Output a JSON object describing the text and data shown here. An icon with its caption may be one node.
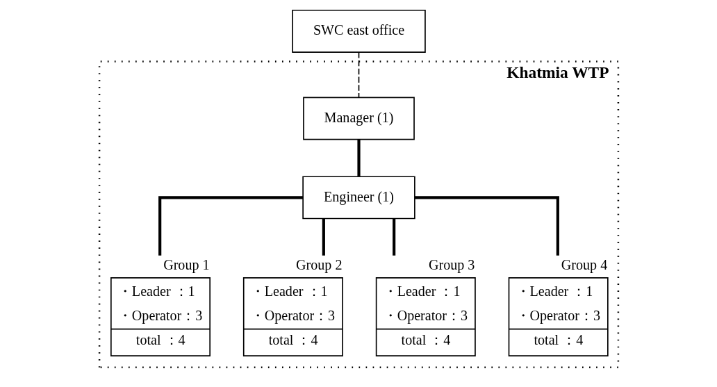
{
  "diagram": {
    "nodes": [
      {
        "text": [
          "SWC east office"
        ]
      },
      {
        "text": [
          "Khatmia WTP"
        ]
      },
      {
        "text": [
          "Manager (1)"
        ],
        "in": 1
      },
      {
        "text": [
          "Engineer (1)"
        ],
        "in": 1
      },
      {
        "text": [
          "Group 1",
          "・Leader ：1",
          "・Operator：3",
          "total ：4"
        ],
        "in": 1
      },
      {
        "text": [
          "Group 2",
          "・Leader ：1",
          "・Operator：3",
          "total ：4"
        ],
        "in": 1
      },
      {
        "text": [
          "Group 3",
          "・Leader ：1",
          "・Operator：3",
          "total ：4"
        ],
        "in": 1
      },
      {
        "text": [
          "Group 4",
          "・Leader ：1",
          "・Operator：3",
          "total ：4"
        ],
        "in": 1
      }
    ],
    "edges": [
      {
        "from": 0,
        "to": 2,
        "arrow": "none",
        "style": "dashed"
      },
      {
        "from": 2,
        "to": 3,
        "arrow": "none"
      },
      {
        "from": 3,
        "to": 4,
        "arrow": "none"
      },
      {
        "from": 3,
        "to": 5,
        "arrow": "none"
      },
      {
        "from": 3,
        "to": 6,
        "arrow": "none"
      },
      {
        "from": 3,
        "to": 7,
        "arrow": "none"
      }
    ]
  }
}
